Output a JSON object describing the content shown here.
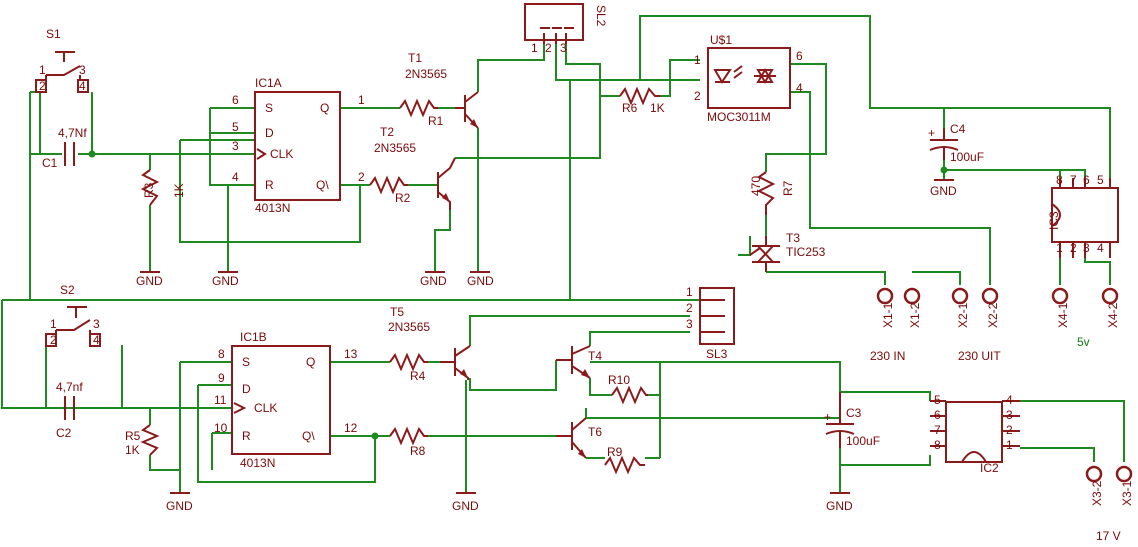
{
  "switches": [
    {
      "name": "S1",
      "pins": [
        "1",
        "2",
        "3",
        "4"
      ]
    },
    {
      "name": "S2",
      "pins": [
        "1",
        "2",
        "3",
        "4"
      ]
    }
  ],
  "capacitors": [
    {
      "name": "C1",
      "value": "4,7Nf"
    },
    {
      "name": "C2",
      "value": "4,7nf"
    },
    {
      "name": "C3",
      "value": "100uF"
    },
    {
      "name": "C4",
      "value": "100uF"
    }
  ],
  "resistors": [
    {
      "name": "R1"
    },
    {
      "name": "R2"
    },
    {
      "name": "R3",
      "value": "1K"
    },
    {
      "name": "R4"
    },
    {
      "name": "R5",
      "value": "1K"
    },
    {
      "name": "R6",
      "value": "1K"
    },
    {
      "name": "R7",
      "value": "470"
    },
    {
      "name": "R8"
    },
    {
      "name": "R9"
    },
    {
      "name": "R10"
    }
  ],
  "ic1a": {
    "name": "IC1A",
    "part": "4013N",
    "labels": [
      "S",
      "D",
      "CLK",
      "R",
      "Q",
      "Q\\"
    ],
    "pins": [
      "6",
      "5",
      "3",
      "4",
      "1",
      "2"
    ]
  },
  "ic1b": {
    "name": "IC1B",
    "part": "4013N",
    "labels": [
      "S",
      "D",
      "CLK",
      "R",
      "Q",
      "Q\\"
    ],
    "pins": [
      "8",
      "9",
      "11",
      "10",
      "13",
      "12"
    ]
  },
  "transistors": [
    {
      "name": "T1",
      "part": "2N3565"
    },
    {
      "name": "T2",
      "part": "2N3565"
    },
    {
      "name": "T4"
    },
    {
      "name": "T5",
      "part": "2N3565"
    },
    {
      "name": "T6"
    }
  ],
  "triac": {
    "name": "T3",
    "part": "TIC253"
  },
  "optocoupler": {
    "name": "U$1",
    "part": "MOC3011M",
    "pins": [
      "1",
      "2",
      "6",
      "4"
    ]
  },
  "connectors": [
    {
      "name": "SL2",
      "pins": [
        "1",
        "2",
        "3"
      ]
    },
    {
      "name": "SL3",
      "pins": [
        "1",
        "2",
        "3"
      ]
    }
  ],
  "ic2": {
    "name": "IC2",
    "pins_left": [
      "5",
      "6",
      "7",
      "8"
    ],
    "pins_right": [
      "4",
      "3",
      "2",
      "1"
    ]
  },
  "ic3": {
    "name": "IC3",
    "pins_top": [
      "8",
      "7",
      "6",
      "5"
    ],
    "pins_bottom": [
      "1",
      "2",
      "3",
      "4"
    ]
  },
  "pads": [
    "X1-1",
    "X1-2",
    "X2-1",
    "X2-2",
    "X4-1",
    "X4-2",
    "X3-2",
    "X3-1"
  ],
  "net_labels": {
    "gnd": "GND",
    "in230": "230 IN",
    "out230": "230 UIT",
    "v5": "5v",
    "v17": "17 V"
  },
  "colors": {
    "wire": "#1f8a1f",
    "part": "#8b1a1a",
    "text": "#7a0a0a"
  }
}
